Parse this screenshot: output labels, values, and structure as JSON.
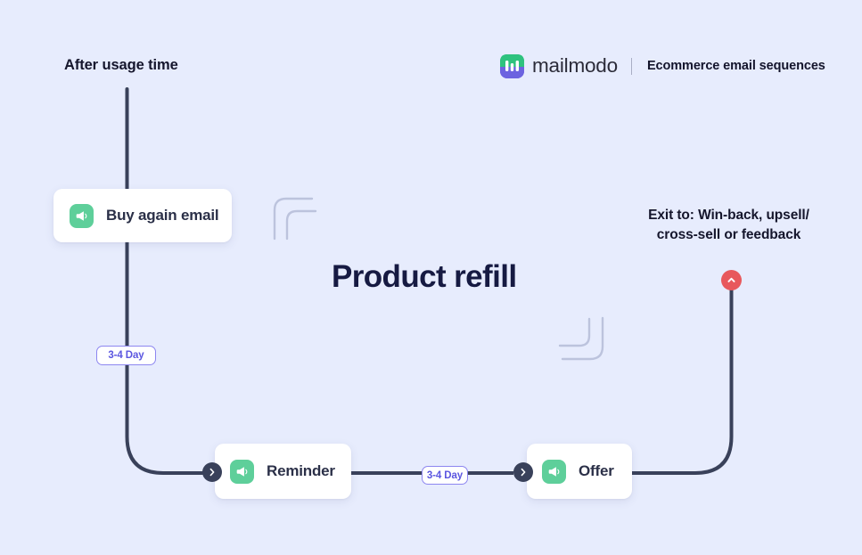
{
  "page": {
    "background_color": "#e7ecfd",
    "title_text": "Product refill",
    "title_color": "#161a42"
  },
  "brand": {
    "logo_icon": "mailmodo-logo-icon",
    "name": "mailmodo",
    "separator": "|",
    "tagline": "Ecommerce email sequences",
    "logo_color_top": "#2ec27e",
    "logo_color_bottom": "#6c63e0"
  },
  "labels": {
    "entry": "After usage time",
    "exit_line1": "Exit to: Win-back, upsell/",
    "exit_line2": "cross-sell or feedback"
  },
  "flow": {
    "nodes": [
      {
        "id": "buy-again-email",
        "label": "Buy again email",
        "icon": "megaphone-icon",
        "icon_color": "#5ecf9a"
      },
      {
        "id": "reminder",
        "label": "Reminder",
        "icon": "megaphone-icon",
        "icon_color": "#5ecf9a"
      },
      {
        "id": "offer",
        "label": "Offer",
        "icon": "megaphone-icon",
        "icon_color": "#5ecf9a"
      }
    ],
    "delays": [
      {
        "id": "delay-1",
        "label": "3-4 Day"
      },
      {
        "id": "delay-2",
        "label": "3-4 Day"
      }
    ],
    "connectors": {
      "line_color": "#39415a",
      "arrow_node_color": "#39415a",
      "exit_node_color": "#e8585c"
    },
    "arrow_nodes": [
      {
        "id": "arrow-node-reminder",
        "icon": "chevron-right-icon"
      },
      {
        "id": "arrow-node-offer",
        "icon": "chevron-right-icon"
      }
    ],
    "exit_node": {
      "id": "exit-node",
      "icon": "chevron-up-icon"
    }
  }
}
